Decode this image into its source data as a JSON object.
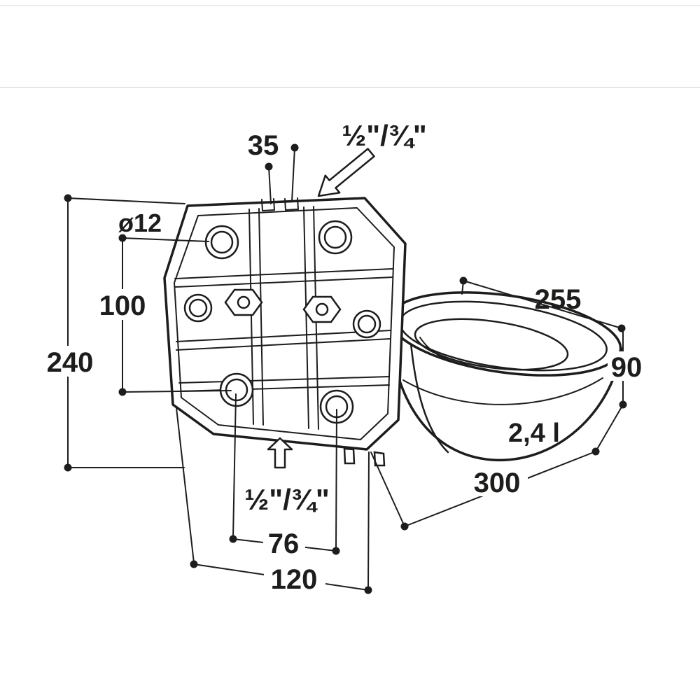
{
  "page": {
    "background_color": "#ffffff",
    "line_color": "#1d1d1b",
    "rule_color": "#e9e9e9"
  },
  "diagram": {
    "labels": {
      "top_connection_spacing": "35",
      "thread_size_top": "½\"/¾\"",
      "mounting_hole_diameter": "ø12",
      "mounting_hole_vertical_spacing": "100",
      "plate_height": "240",
      "bowl_width": "255",
      "bowl_depth": "90",
      "capacity": "2,4 l",
      "overall_depth": "300",
      "lower_hole_spacing": "76",
      "mounting_hole_horizontal_spacing": "120",
      "thread_size_bottom": "½\"/¾\""
    }
  }
}
